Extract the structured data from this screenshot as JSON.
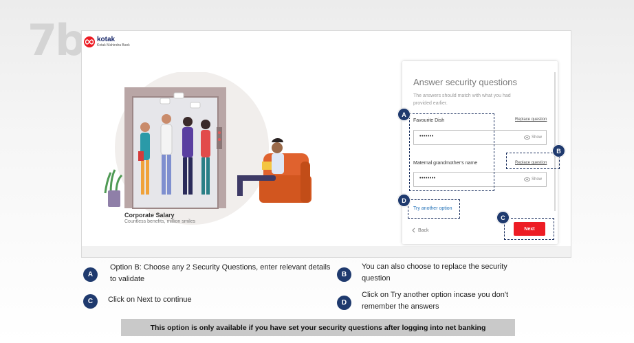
{
  "step": "7b",
  "brand": {
    "name": "kotak",
    "subtitle": "Kotak Mahindra Bank",
    "icon": "kotak-infinity-logo",
    "color": "#ed1c24"
  },
  "promo": {
    "title": "Corporate Salary",
    "subtitle": "Countless benefits, million smiles"
  },
  "form": {
    "title": "Answer security questions",
    "description": "The answers should match with what you had provided earlier.",
    "questions": [
      {
        "label": "Favourite Dish",
        "replace_label": "Replace question",
        "value": "•••••••",
        "show_label": "Show"
      },
      {
        "label": "Maternal grandmother's name",
        "replace_label": "Replace question",
        "value": "••••••••",
        "show_label": "Show"
      }
    ],
    "try_another_label": "Try another option",
    "back_label": "Back",
    "next_label": "Next",
    "accent_color": "#ed1c24",
    "link_color": "#1f6fb7"
  },
  "markers": {
    "a": "A",
    "b": "B",
    "c": "C",
    "d": "D"
  },
  "legend": [
    {
      "marker": "A",
      "text": "Option B: Choose any 2 Security Questions, enter relevant details to validate"
    },
    {
      "marker": "B",
      "text": "You can also choose to replace the security question"
    },
    {
      "marker": "C",
      "text": "Click on Next to continue"
    },
    {
      "marker": "D",
      "text": "Click on Try another option incase you don't remember the answers"
    }
  ],
  "note": "This option is only available if you have set your security questions after logging into net banking",
  "marker_color": "#1f3a6e"
}
